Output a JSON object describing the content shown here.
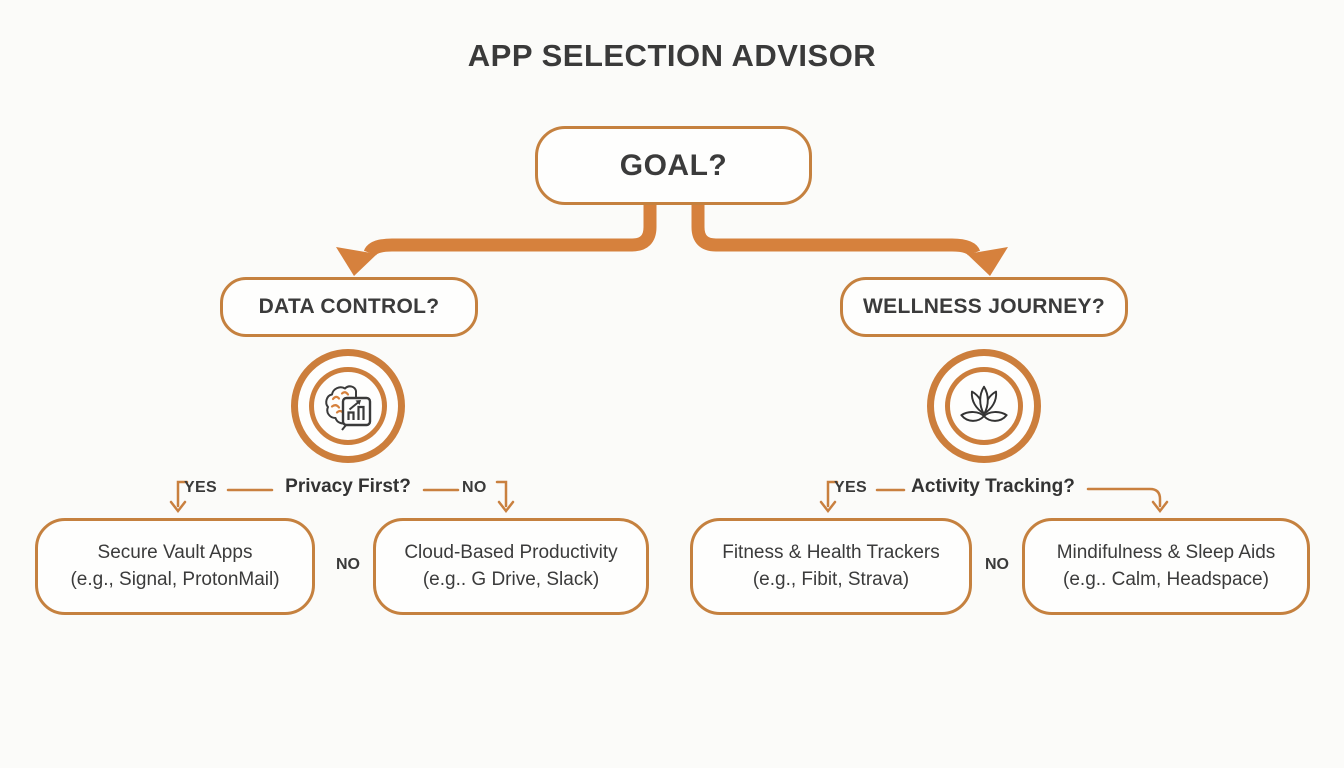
{
  "meta": {
    "title": "APP SELECTION ADVISOR"
  },
  "colors": {
    "accent_orange": "#D6813D",
    "border_orange": "#C5813F",
    "connector_orange": "#C9803F",
    "text_dark": "#3B3B3B",
    "background": "#FBFBF9"
  },
  "root": {
    "label": "GOAL?"
  },
  "left_branch": {
    "question": "DATA CONTROL?",
    "icon": "brain-analytics-icon",
    "sub_question": "Privacy First?",
    "yes_label": "YES",
    "no_label": "NO",
    "between_no_label": "NO",
    "yes_outcome": {
      "line1": "Secure Vault Apps",
      "line2": "(e.g., Signal, ProtonMail)"
    },
    "no_outcome": {
      "line1": "Cloud-Based Productivity",
      "line2": "(e.g.. G Drive, Slack)"
    }
  },
  "right_branch": {
    "question": "WELLNESS JOURNEY?",
    "icon": "lotus-icon",
    "sub_question": "Activity Tracking?",
    "yes_label": "YES",
    "between_no_label": "NO",
    "yes_outcome": {
      "line1": "Fitness & Health Trackers",
      "line2": "(e.g., Fibit, Strava)"
    },
    "no_outcome": {
      "line1": "Mindifulness & Sleep Aids",
      "line2": "(e.g.. Calm, Headspace)"
    }
  }
}
